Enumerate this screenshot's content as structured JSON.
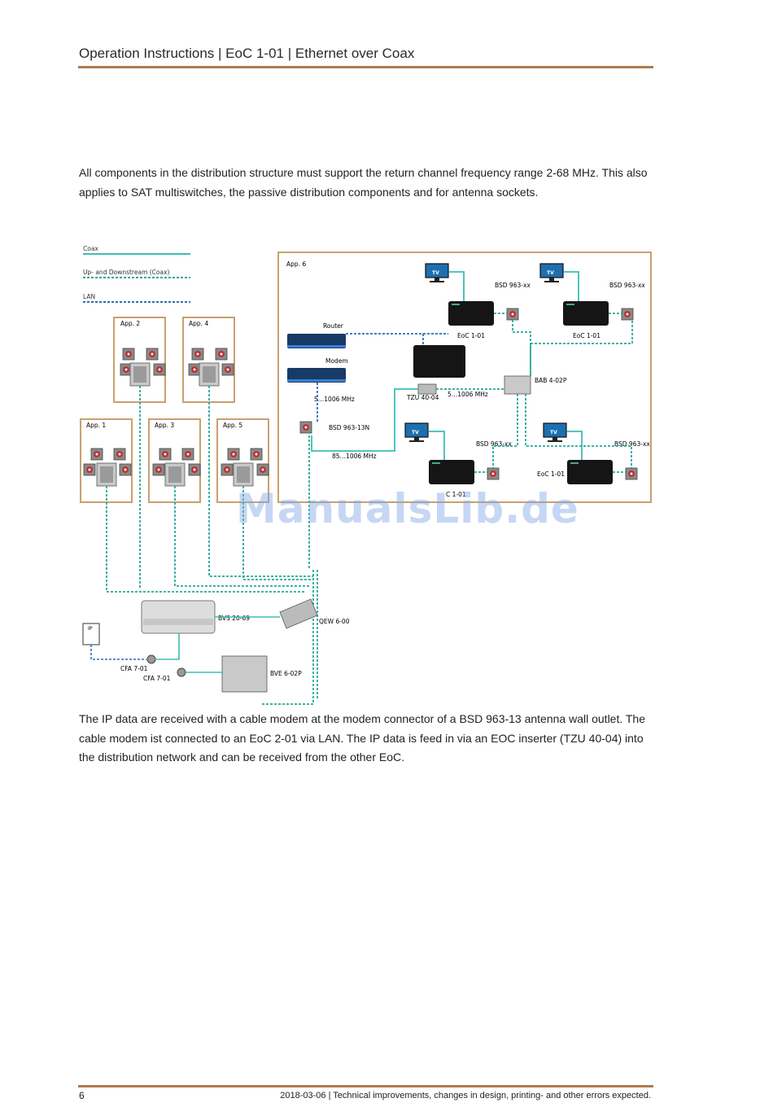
{
  "header": {
    "title": "Operation Instructions | EoC 1-01 | Ethernet over Coax"
  },
  "intro_text": "All components in the distribution structure must support the return channel frequency range 2-68 MHz. This also applies to SAT multiswitches, the passive distribution components and for antenna sockets.",
  "diagram": {
    "legend": {
      "coax": "Coax",
      "updown": "Up- and Downstream (Coax)",
      "lan": "LAN"
    },
    "apartments": {
      "app1": "App. 1",
      "app2": "App. 2",
      "app3": "App. 3",
      "app4": "App. 4",
      "app5": "App. 5",
      "app6": "App. 6"
    },
    "labels": {
      "router": "Router",
      "modem": "Modem",
      "freq_modem": "5…1006 MHz",
      "bsd13n": "BSD 963-13N",
      "freq_85": "85…1006 MHz",
      "tzu": "TZU 40-04",
      "freq_tzu": "5…1006 MHz",
      "bab": "BAB 4-02P",
      "bsd_xx": "BSD 963-xx",
      "eoc": "EoC 1-01",
      "eoc_partial": "C 1-01",
      "tv": "TV",
      "bvs": "BVS 20-69",
      "qew": "QEW 6-00",
      "bve": "BVE 6-02P",
      "cfa1": "CFA 7-01",
      "cfa2": "CFA 7-01",
      "ip": "IP"
    }
  },
  "watermark": "ManualsLib.de",
  "body_text": "The IP data are received with a cable modem at the modem connector of a BSD 963-13 antenna wall outlet. The cable modem ist connected to an EoC 2-01 via LAN. The IP data is feed in via an EOC inserter (TZU 40-04) into the distribution network and can be received from the other EoC.",
  "footer": {
    "page_number": "6",
    "text": "2018-03-06 | Technical improvements, changes in design, printing- and other errors expected."
  },
  "colors": {
    "accent_rule": "#b07a4e",
    "box_border": "#c9a06e",
    "coax": "#3dbdb5",
    "updown": "#2aa89a",
    "lan": "#2d6fb6"
  }
}
